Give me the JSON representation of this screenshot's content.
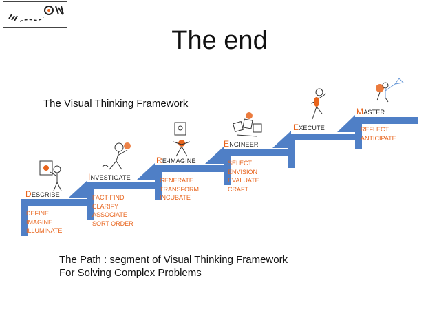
{
  "title": "The end",
  "subtitle": "The Visual Thinking Framework",
  "footer": {
    "line1": "The Path : segment of Visual Thinking Framework",
    "line2": "For Solving Complex Problems"
  },
  "colors": {
    "step": "#4f7fc6",
    "accent": "#e8641c"
  },
  "stages": [
    {
      "initial": "D",
      "rest": "ESCRIBE",
      "actions": [
        "DEFINE",
        "IMAGINE",
        "ILLUMINATE"
      ]
    },
    {
      "initial": "I",
      "rest": "NVESTIGATE",
      "actions": [
        "FACT-FIND",
        "CLARIFY",
        "ASSOCIATE",
        "SORT ORDER"
      ]
    },
    {
      "initial": "R",
      "rest": "E-IMAGINE",
      "actions": [
        "GENERATE",
        "TRANSFORM",
        "INCUBATE"
      ]
    },
    {
      "initial": "E",
      "rest": "NGINEER",
      "actions": [
        "SELECT",
        "ENVISION",
        "EVALUATE",
        "CRAFT"
      ]
    },
    {
      "initial": "E",
      "rest": "XECUTE",
      "actions": []
    },
    {
      "initial": "M",
      "rest": "ASTER",
      "actions": [
        "REFLECT",
        "ANTICIPATE"
      ]
    }
  ]
}
